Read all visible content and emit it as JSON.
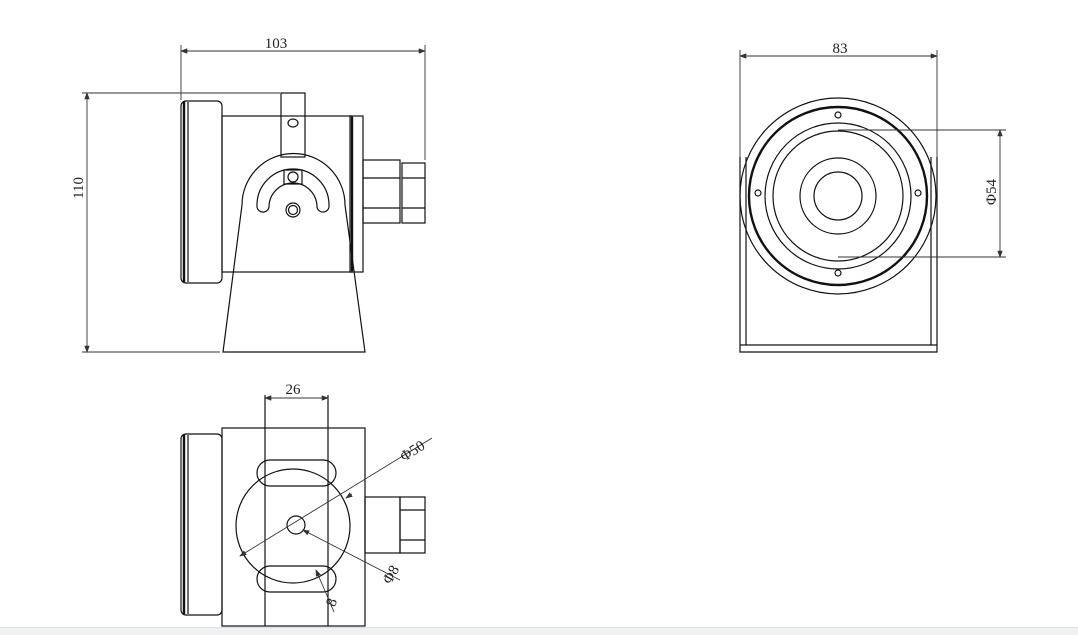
{
  "dimensions": {
    "side_width": "103",
    "side_height": "110",
    "front_width": "83",
    "front_diameter": "Φ54",
    "bottom_slot_spacing": "26",
    "bottom_circle_diameter": "Φ50",
    "bottom_hole_diameter": "Φ8",
    "bottom_slot_width": "8"
  }
}
